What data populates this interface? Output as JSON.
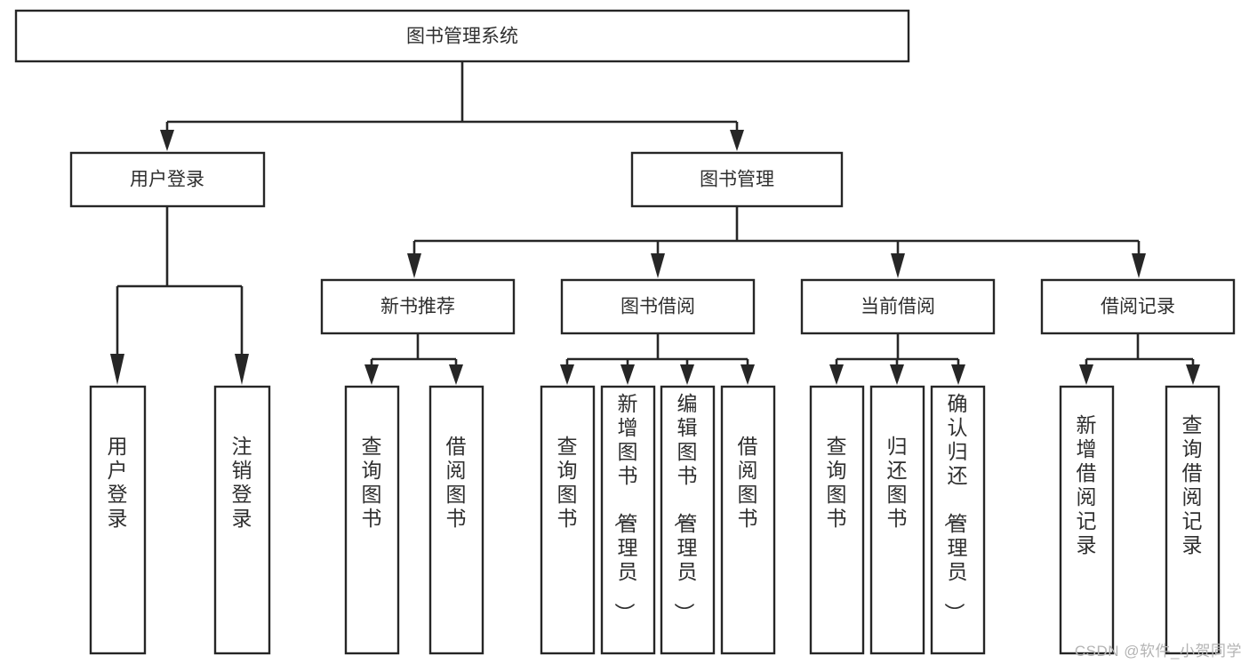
{
  "diagram": {
    "type": "tree-hierarchy",
    "title": "图书管理系统",
    "watermark": "CSDN @软件_小贺同学",
    "colors": {
      "background": "#ffffff",
      "stroke": "#262626",
      "text": "#2f2f2f",
      "watermark": "#b4b4b4"
    },
    "levels": {
      "root": {
        "label": "图书管理系统"
      },
      "level2": [
        {
          "id": "user-login",
          "label": "用户登录"
        },
        {
          "id": "book-management",
          "label": "图书管理"
        }
      ],
      "level3": [
        {
          "id": "new-book-recommend",
          "label": "新书推荐",
          "parent": "book-management"
        },
        {
          "id": "book-borrow",
          "label": "图书借阅",
          "parent": "book-management"
        },
        {
          "id": "current-borrow",
          "label": "当前借阅",
          "parent": "book-management"
        },
        {
          "id": "borrow-record",
          "label": "借阅记录",
          "parent": "book-management"
        }
      ],
      "leaves": [
        {
          "id": "leaf-user-login",
          "label": "用户登录",
          "parent": "user-login"
        },
        {
          "id": "leaf-user-logout",
          "label": "注销登录",
          "parent": "user-login"
        },
        {
          "id": "leaf-query-book-1",
          "label": "查询图书",
          "parent": "new-book-recommend"
        },
        {
          "id": "leaf-borrow-book-1",
          "label": "借阅图书",
          "parent": "new-book-recommend"
        },
        {
          "id": "leaf-query-book-2",
          "label": "查询图书",
          "parent": "book-borrow"
        },
        {
          "id": "leaf-add-book",
          "label": "新增图书（管理员）",
          "parent": "book-borrow"
        },
        {
          "id": "leaf-edit-book",
          "label": "编辑图书（管理员）",
          "parent": "book-borrow"
        },
        {
          "id": "leaf-borrow-book-2",
          "label": "借阅图书",
          "parent": "book-borrow"
        },
        {
          "id": "leaf-query-book-3",
          "label": "查询图书",
          "parent": "current-borrow"
        },
        {
          "id": "leaf-return-book",
          "label": "归还图书",
          "parent": "current-borrow"
        },
        {
          "id": "leaf-confirm-return",
          "label": "确认归还（管理员）",
          "parent": "current-borrow"
        },
        {
          "id": "leaf-add-record",
          "label": "新增借阅记录",
          "parent": "borrow-record"
        },
        {
          "id": "leaf-query-record",
          "label": "查询借阅记录",
          "parent": "borrow-record"
        }
      ]
    }
  }
}
